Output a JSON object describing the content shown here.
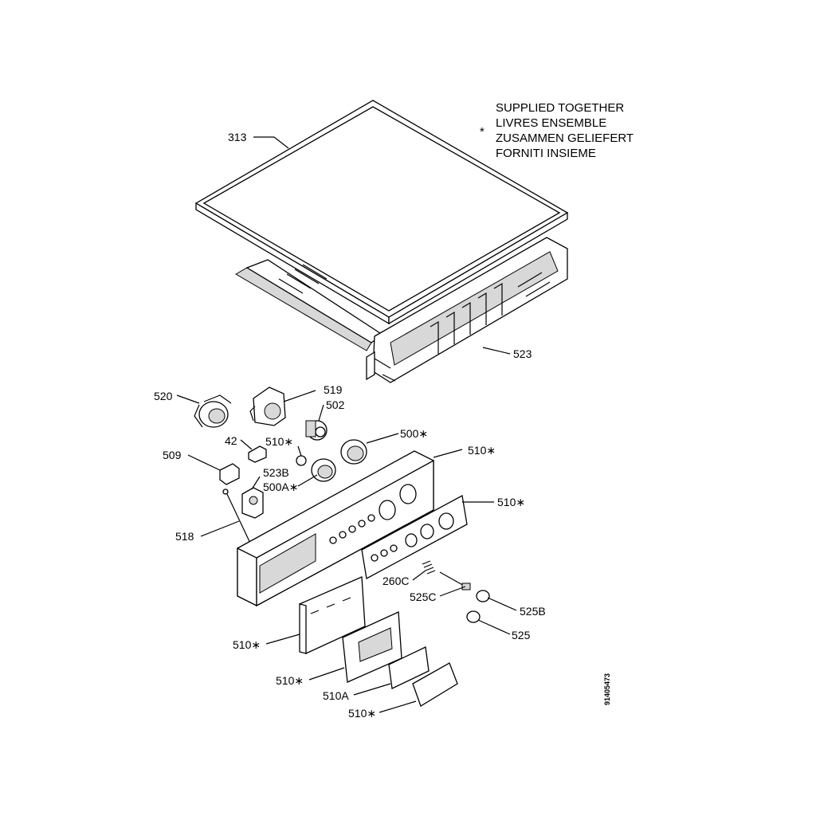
{
  "legend": {
    "symbol": "*",
    "lines": [
      "SUPPLIED TOGETHER",
      "LIVRES ENSEMBLE",
      "ZUSAMMEN GELIEFERT",
      "FORNITI INSIEME"
    ]
  },
  "labels": {
    "p313": "313",
    "p523": "523",
    "p520": "520",
    "p519": "519",
    "p502": "502",
    "p42": "42",
    "p510_knob": "510∗",
    "p500": "500∗",
    "p510_panel": "510∗",
    "p509": "509",
    "p523b": "523B",
    "p500a": "500A∗",
    "p510_plate": "510∗",
    "p518": "518",
    "p260c": "260C",
    "p525c": "525C",
    "p525b": "525B",
    "p525": "525",
    "p510_drawer": "510∗",
    "p510_lid": "510∗",
    "p510a": "510A",
    "p510_handle": "510∗"
  },
  "drawing_code": "91405473"
}
